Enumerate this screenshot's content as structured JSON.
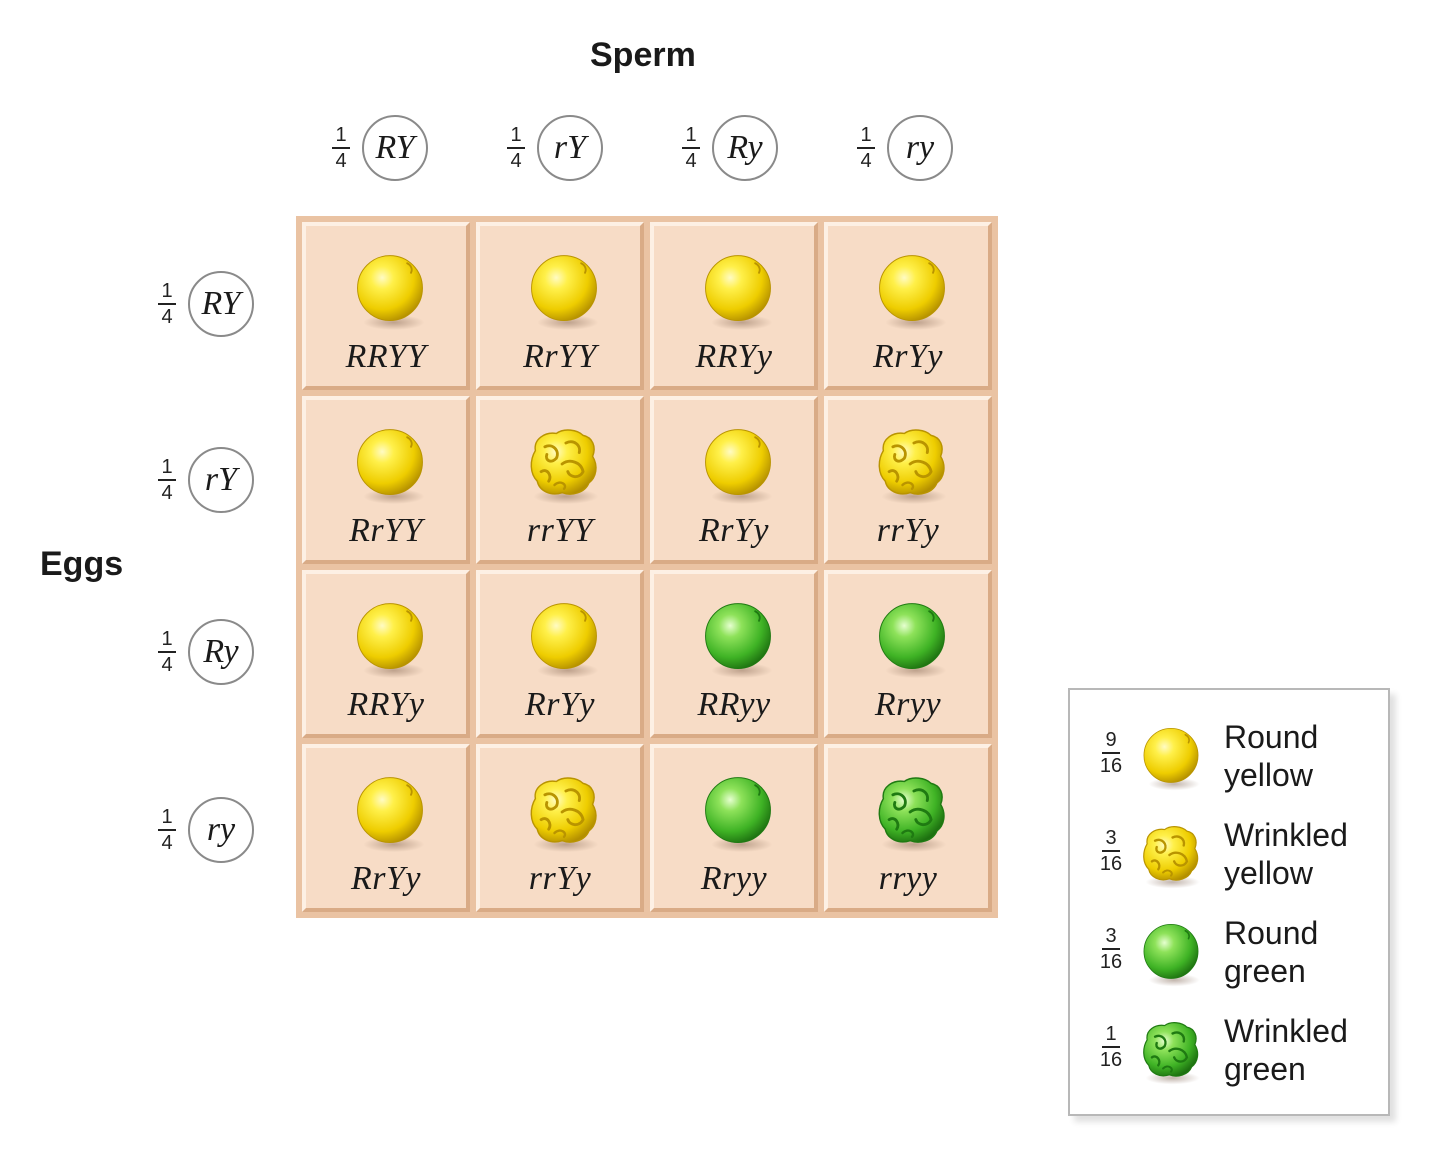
{
  "sperm_label": "Sperm",
  "eggs_label": "Eggs",
  "sperm_gametes": [
    {
      "fraction_num": "1",
      "fraction_den": "4",
      "allele": "RY"
    },
    {
      "fraction_num": "1",
      "fraction_den": "4",
      "allele": "rY"
    },
    {
      "fraction_num": "1",
      "fraction_den": "4",
      "allele": "Ry"
    },
    {
      "fraction_num": "1",
      "fraction_den": "4",
      "allele": "ry"
    }
  ],
  "egg_gametes": [
    {
      "fraction_num": "1",
      "fraction_den": "4",
      "allele": "RY"
    },
    {
      "fraction_num": "1",
      "fraction_den": "4",
      "allele": "rY"
    },
    {
      "fraction_num": "1",
      "fraction_den": "4",
      "allele": "Ry"
    },
    {
      "fraction_num": "1",
      "fraction_den": "4",
      "allele": "ry"
    }
  ],
  "grid": [
    [
      {
        "genotype": "RRYY",
        "phenotype": "round-yellow"
      },
      {
        "genotype": "RrYY",
        "phenotype": "round-yellow"
      },
      {
        "genotype": "RRYy",
        "phenotype": "round-yellow"
      },
      {
        "genotype": "RrYy",
        "phenotype": "round-yellow"
      }
    ],
    [
      {
        "genotype": "RrYY",
        "phenotype": "round-yellow"
      },
      {
        "genotype": "rrYY",
        "phenotype": "wrinkled-yellow"
      },
      {
        "genotype": "RrYy",
        "phenotype": "round-yellow"
      },
      {
        "genotype": "rrYy",
        "phenotype": "wrinkled-yellow"
      }
    ],
    [
      {
        "genotype": "RRYy",
        "phenotype": "round-yellow"
      },
      {
        "genotype": "RrYy",
        "phenotype": "round-yellow"
      },
      {
        "genotype": "RRyy",
        "phenotype": "round-green"
      },
      {
        "genotype": "Rryy",
        "phenotype": "round-green"
      }
    ],
    [
      {
        "genotype": "RrYy",
        "phenotype": "round-yellow"
      },
      {
        "genotype": "rrYy",
        "phenotype": "wrinkled-yellow"
      },
      {
        "genotype": "Rryy",
        "phenotype": "round-green"
      },
      {
        "genotype": "rryy",
        "phenotype": "wrinkled-green"
      }
    ]
  ],
  "legend": [
    {
      "fraction_num": "9",
      "fraction_den": "16",
      "line1": "Round",
      "line2": "yellow",
      "phenotype": "round-yellow"
    },
    {
      "fraction_num": "3",
      "fraction_den": "16",
      "line1": "Wrinkled",
      "line2": "yellow",
      "phenotype": "wrinkled-yellow"
    },
    {
      "fraction_num": "3",
      "fraction_den": "16",
      "line1": "Round",
      "line2": "green",
      "phenotype": "round-green"
    },
    {
      "fraction_num": "1",
      "fraction_den": "16",
      "line1": "Wrinkled",
      "line2": "green",
      "phenotype": "wrinkled-green"
    }
  ],
  "colors": {
    "yellow_light": "#fff27a",
    "yellow_mid": "#f2d400",
    "yellow_dark": "#b99400",
    "green_light": "#b6f27a",
    "green_mid": "#4cc22c",
    "green_dark": "#1f7a12",
    "cell_fill": "#f7dcc6",
    "grid_border": "#eac3a3"
  }
}
